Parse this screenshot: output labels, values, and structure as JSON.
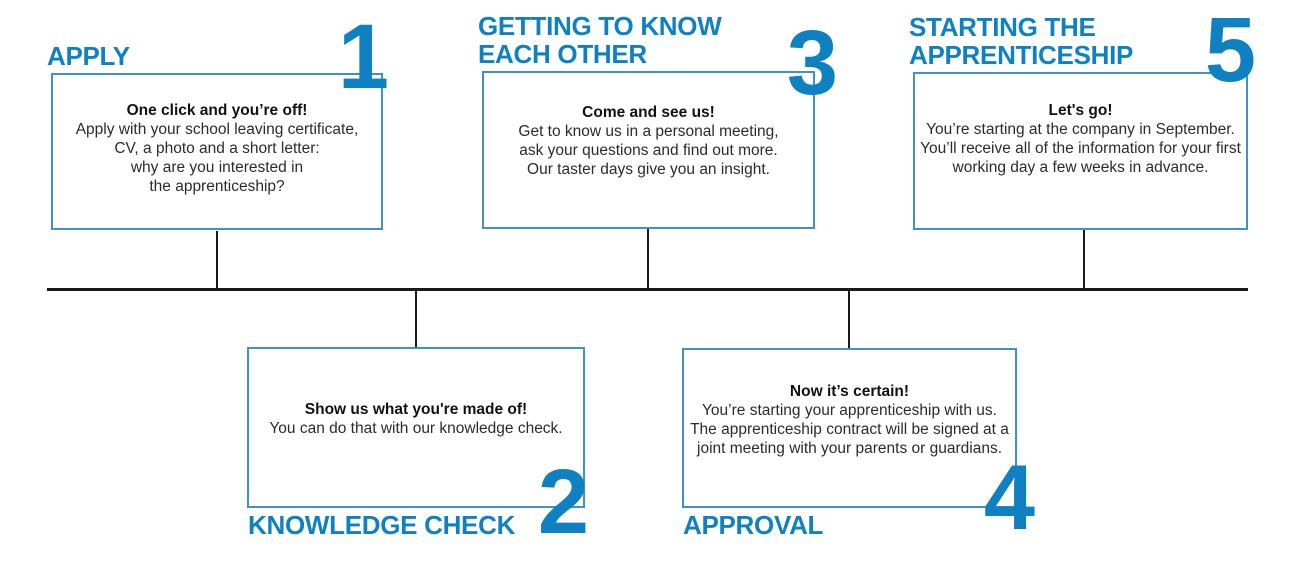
{
  "diagram": {
    "accent_color": "#0f81c3",
    "border_color": "#4191c6",
    "line_color": "#1a1a1a"
  },
  "steps": [
    {
      "number": "1",
      "title_lines": [
        "APPLY"
      ],
      "heading": "One click and you’re off!",
      "body_lines": [
        "Apply with your school leaving certificate,",
        "CV, a photo and a short letter:",
        "why are you interested in",
        "the apprenticeship?"
      ]
    },
    {
      "number": "2",
      "title_lines": [
        "KNOWLEDGE CHECK"
      ],
      "heading": "Show us what you're made of!",
      "body_lines": [
        "You can do that with our knowledge check."
      ]
    },
    {
      "number": "3",
      "title_lines": [
        "GETTING TO KNOW",
        "EACH OTHER"
      ],
      "heading": "Come and see us!",
      "body_lines": [
        "Get to know us in a personal meeting,",
        "ask your questions and find out more.",
        "Our taster days give you an insight."
      ]
    },
    {
      "number": "4",
      "title_lines": [
        "APPROVAL"
      ],
      "heading": "Now it’s certain!",
      "body_lines": [
        "You’re starting your apprenticeship with us.",
        "The apprenticeship contract will be signed at a",
        "joint meeting with your parents or guardians."
      ]
    },
    {
      "number": "5",
      "title_lines": [
        "STARTING THE",
        "APPRENTICESHIP"
      ],
      "heading": "Let's go!",
      "body_lines": [
        "You’re starting at the company in September.",
        "You’ll receive all of the information for your first",
        "working day a few weeks in advance."
      ]
    }
  ]
}
